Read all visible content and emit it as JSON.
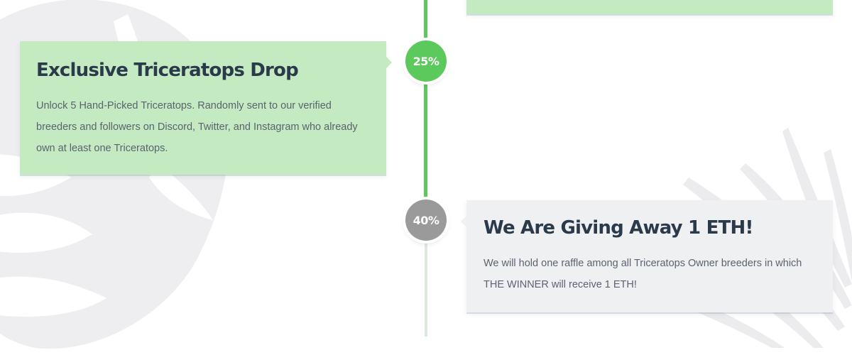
{
  "timeline": {
    "milestones": [
      {
        "percent": "25%",
        "title": "Exclusive Triceratops Drop",
        "description": "Unlock 5 Hand-Picked Triceratops. Randomly sent to our verified breeders and followers on Discord, Twitter, and Instagram who already own at least one Triceratops.",
        "status": "reached",
        "color": "#5cc95d"
      },
      {
        "percent": "40%",
        "title": "We Are Giving Away 1 ETH!",
        "description": "We will hold one raffle among all Triceratops Owner breeders in which THE WINNER will receive 1 ETH!",
        "status": "upcoming",
        "color": "#9b9a9b"
      }
    ]
  },
  "colors": {
    "accent_green": "#5cc95d",
    "card_green": "#c3eac1",
    "card_gray": "#eff0f2",
    "title_text": "#2b3a4b",
    "body_text": "#5b6270"
  },
  "icons": [
    "monstera-leaf-icon",
    "palm-leaf-icon"
  ]
}
